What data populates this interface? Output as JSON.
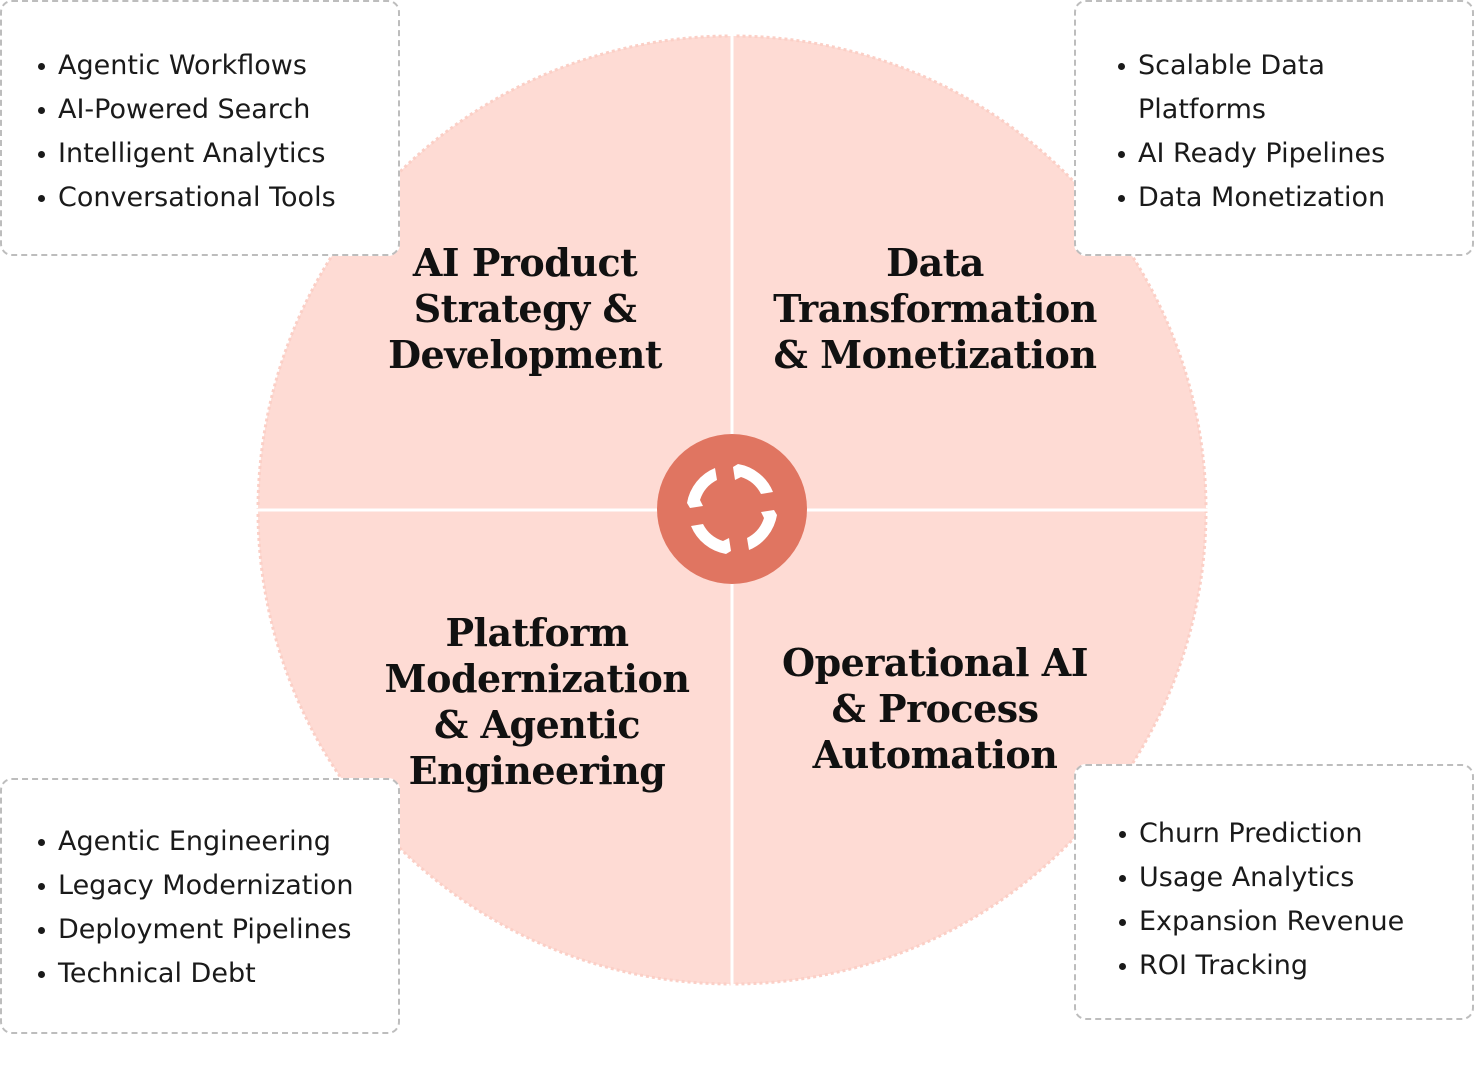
{
  "colors": {
    "circle_fill": "#fedbd4",
    "circle_edge": "#fbcfc6",
    "divider": "#ffffff",
    "center_icon": "#e07561",
    "box_border": "#bdbdbd",
    "text": "#111111"
  },
  "quadrants": {
    "top_left": {
      "title": "AI Product\nStrategy &\nDevelopment",
      "items": [
        "Agentic Workflows",
        "AI-Powered Search",
        "Intelligent Analytics",
        "Conversational Tools"
      ]
    },
    "top_right": {
      "title": "Data\nTransformation\n& Monetization",
      "items": [
        "Scalable Data Platforms",
        "AI Ready Pipelines",
        "Data Monetization"
      ]
    },
    "bottom_left": {
      "title": "Platform\nModernization\n& Agentic\nEngineering",
      "items": [
        "Agentic Engineering",
        "Legacy Modernization",
        "Deployment Pipelines",
        "Technical Debt"
      ]
    },
    "bottom_right": {
      "title": "Operational AI\n& Process\nAutomation",
      "items": [
        "Churn Prediction",
        "Usage Analytics",
        "Expansion Revenue",
        "ROI Tracking"
      ]
    }
  },
  "center_icon": "cycle-arrows-icon"
}
